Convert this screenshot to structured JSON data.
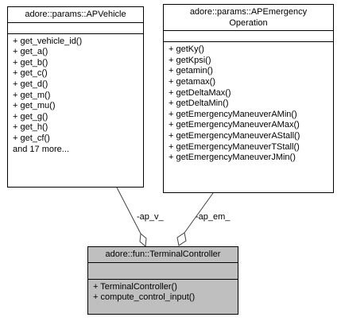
{
  "classes": {
    "ap_vehicle": {
      "title": "adore::params::APVehicle",
      "attributes": [],
      "methods": [
        "+ get_vehicle_id()",
        "+ get_a()",
        "+ get_b()",
        "+ get_c()",
        "+ get_d()",
        "+ get_m()",
        "+ get_mu()",
        "+ get_g()",
        "+ get_h()",
        "+ get_cf()",
        "and 17 more..."
      ]
    },
    "ap_emergency_operation": {
      "title": "adore::params::APEmergency\nOperation",
      "attributes": [],
      "methods": [
        "+ getKy()",
        "+ getKpsi()",
        "+ getamin()",
        "+ getamax()",
        "+ getDeltaMax()",
        "+ getDeltaMin()",
        "+ getEmergencyManeuverAMin()",
        "+ getEmergencyManeuverAMax()",
        "+ getEmergencyManeuverAStall()",
        "+ getEmergencyManeuverTStall()",
        "+ getEmergencyManeuverJMin()"
      ]
    },
    "terminal_controller": {
      "title": "adore::fun::TerminalController",
      "attributes": [],
      "methods": [
        "+ TerminalController()",
        "+ compute_control_input()"
      ],
      "highlight_color": "#bfbfbf"
    }
  },
  "edges": [
    {
      "from": "ap_vehicle",
      "to": "terminal_controller",
      "label": "-ap_v_",
      "type": "aggregation"
    },
    {
      "from": "ap_emergency_operation",
      "to": "terminal_controller",
      "label": "-ap_em_",
      "type": "aggregation"
    }
  ]
}
